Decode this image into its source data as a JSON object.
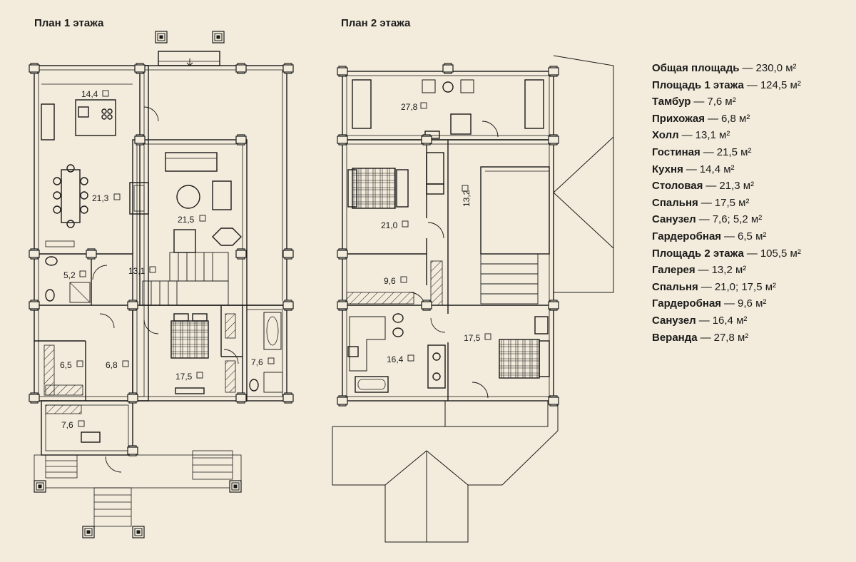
{
  "titles": {
    "floor1": "План 1 этажа",
    "floor2": "План 2 этажа"
  },
  "floor1_rooms": [
    {
      "label": "14,4",
      "id": "room-kitchen"
    },
    {
      "label": "21,3",
      "id": "room-dining"
    },
    {
      "label": "21,5",
      "id": "room-living"
    },
    {
      "label": "13,1",
      "id": "room-hall"
    },
    {
      "label": "5,2",
      "id": "room-bath-small"
    },
    {
      "label": "6,5",
      "id": "room-wardrobe"
    },
    {
      "label": "6,8",
      "id": "room-hallway"
    },
    {
      "label": "17,5",
      "id": "room-bedroom"
    },
    {
      "label": "7,6",
      "id": "room-bath"
    },
    {
      "label": "7,6",
      "id": "room-vestibule"
    }
  ],
  "floor2_rooms": [
    {
      "label": "27,8",
      "id": "room-veranda"
    },
    {
      "label": "21,0",
      "id": "room-bedroom-1"
    },
    {
      "label": "13,2",
      "id": "room-gallery"
    },
    {
      "label": "9,6",
      "id": "room-wardrobe-2"
    },
    {
      "label": "16,4",
      "id": "room-bath-2"
    },
    {
      "label": "17,5",
      "id": "room-bedroom-2"
    }
  ],
  "specs": [
    {
      "name": "Общая площадь",
      "value": "230,0 м²"
    },
    {
      "name": "Площадь 1 этажа",
      "value": "124,5 м²"
    },
    {
      "name": "Тамбур",
      "value": "7,6 м²"
    },
    {
      "name": "Прихожая",
      "value": "6,8 м²"
    },
    {
      "name": "Холл",
      "value": "13,1 м²"
    },
    {
      "name": "Гостиная",
      "value": "21,5 м²"
    },
    {
      "name": "Кухня",
      "value": "14,4 м²"
    },
    {
      "name": "Столовая",
      "value": "21,3 м²"
    },
    {
      "name": "Спальня",
      "value": "17,5 м²"
    },
    {
      "name": "Санузел",
      "value": "7,6; 5,2 м²"
    },
    {
      "name": "Гардеробная",
      "value": "6,5 м²"
    },
    {
      "name": "Площадь 2 этажа",
      "value": "105,5 м²"
    },
    {
      "name": "Галерея",
      "value": "13,2 м²"
    },
    {
      "name": "Спальня",
      "value": "21,0; 17,5 м²"
    },
    {
      "name": "Гардеробная",
      "value": "9,6 м²"
    },
    {
      "name": "Санузел",
      "value": "16,4 м²"
    },
    {
      "name": "Веранда",
      "value": "27,8 м²"
    }
  ],
  "spec_separator": "—",
  "colors": {
    "background": "#f3ecdc",
    "lines": "#1a1a1a"
  }
}
